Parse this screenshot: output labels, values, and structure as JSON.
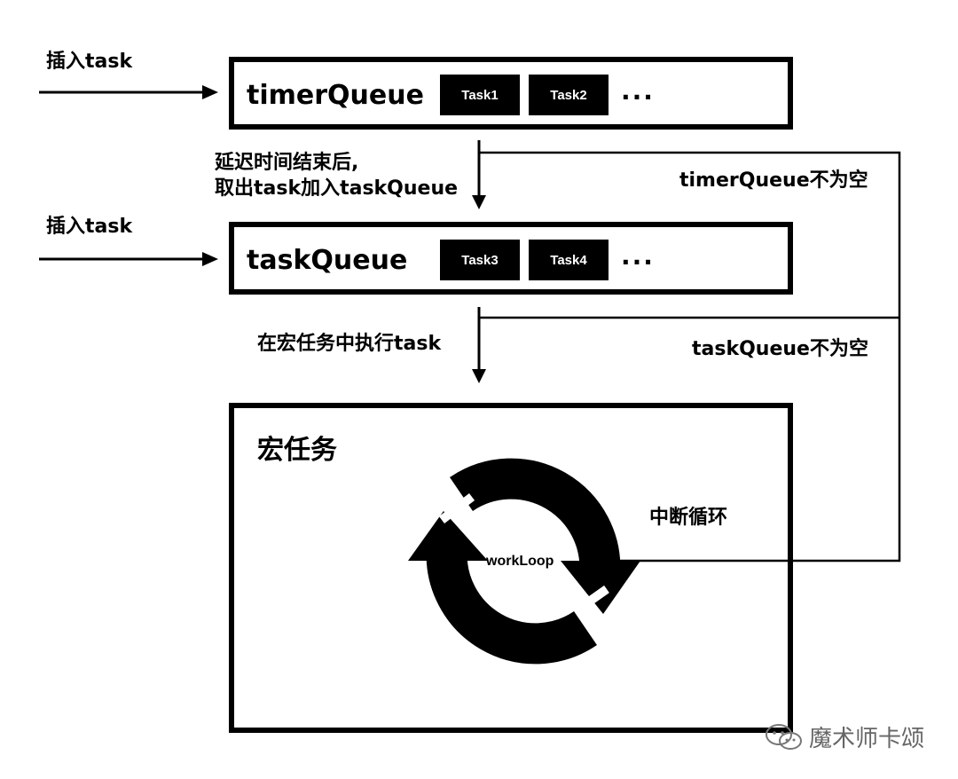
{
  "insert_label_1": "插入task",
  "insert_label_2": "插入task",
  "timer_queue": {
    "title": "timerQueue",
    "tasks": [
      "Task1",
      "Task2"
    ],
    "more": "..."
  },
  "task_queue": {
    "title": "taskQueue",
    "tasks": [
      "Task3",
      "Task4"
    ],
    "more": "..."
  },
  "delay_note": {
    "line1": "延迟时间结束后,",
    "line2": "取出task加入taskQueue"
  },
  "execute_note": "在宏任务中执行task",
  "timer_not_empty": "timerQueue不为空",
  "task_not_empty": "taskQueue不为空",
  "macro_task": {
    "title": "宏任务",
    "loop_label": "workLoop",
    "interrupt_label": "中断循环"
  },
  "watermark": "魔术师卡颂",
  "colors": {
    "stroke": "#000000",
    "background": "#ffffff",
    "watermark": "#666666"
  }
}
